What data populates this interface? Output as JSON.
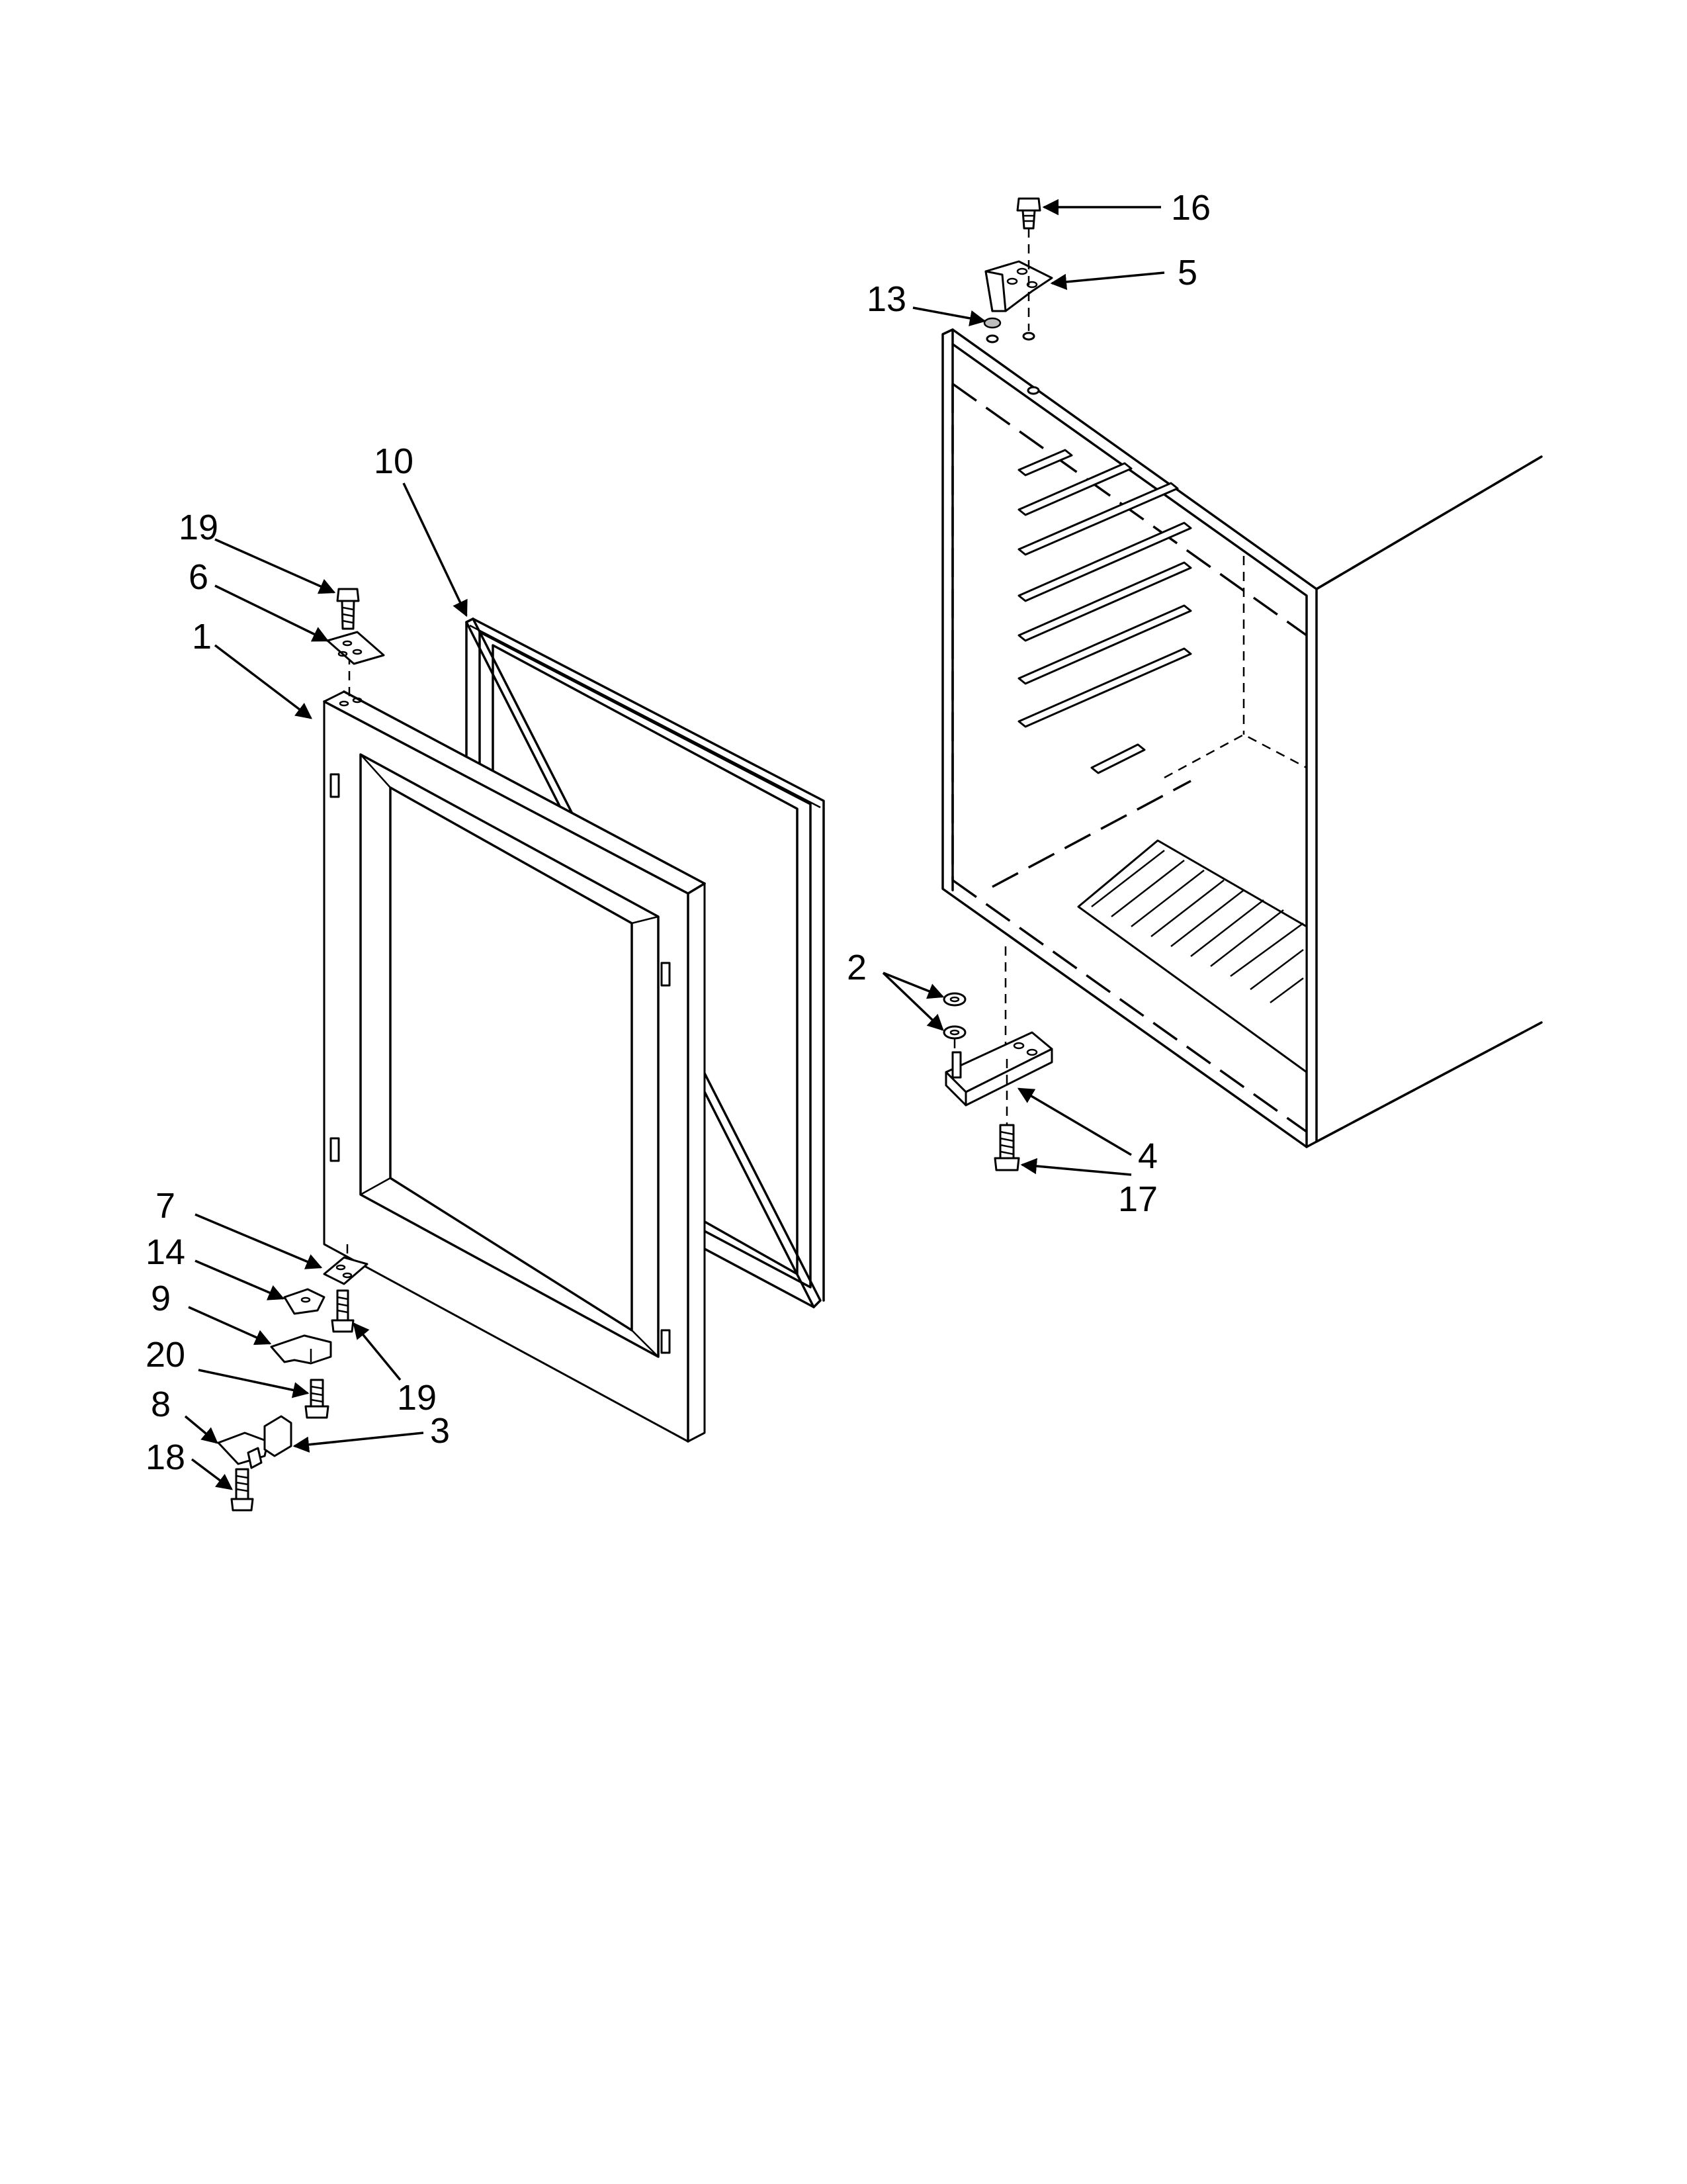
{
  "callouts": [
    {
      "id": "c16",
      "label": "16"
    },
    {
      "id": "c5",
      "label": "5"
    },
    {
      "id": "c13",
      "label": "13"
    },
    {
      "id": "c10",
      "label": "10"
    },
    {
      "id": "c19a",
      "label": "19"
    },
    {
      "id": "c6",
      "label": "6"
    },
    {
      "id": "c1",
      "label": "1"
    },
    {
      "id": "c2",
      "label": "2"
    },
    {
      "id": "c4",
      "label": "4"
    },
    {
      "id": "c17",
      "label": "17"
    },
    {
      "id": "c7",
      "label": "7"
    },
    {
      "id": "c14",
      "label": "14"
    },
    {
      "id": "c9",
      "label": "9"
    },
    {
      "id": "c20",
      "label": "20"
    },
    {
      "id": "c19b",
      "label": "19"
    },
    {
      "id": "c8",
      "label": "8"
    },
    {
      "id": "c3",
      "label": "3"
    },
    {
      "id": "c18",
      "label": "18"
    }
  ]
}
